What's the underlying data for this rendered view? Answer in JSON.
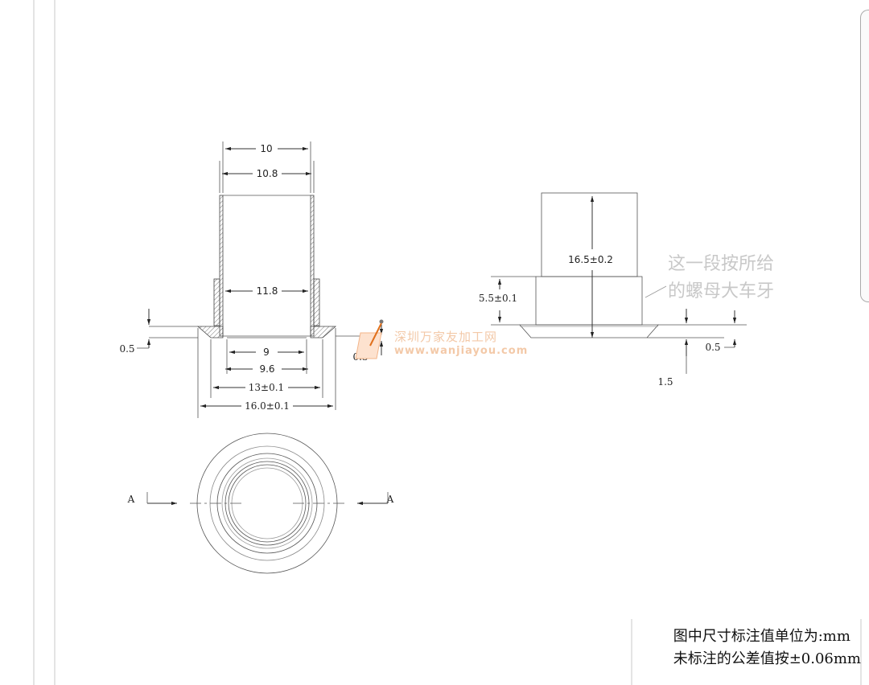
{
  "top_view": {
    "dims": {
      "d10": "10",
      "d10_8": "10.8",
      "d11_8": "11.8",
      "d9": "9",
      "d9_6": "9.6",
      "d13": "13±0.1",
      "d16": "16.0±0.1",
      "d0_5": "0.5",
      "d0_3": "0.3"
    },
    "section_label_left": "A",
    "section_label_right": "A"
  },
  "side_view": {
    "dims": {
      "height_total": "16.5±0.2",
      "height_mid": "5.5±0.1",
      "flange": "0.5",
      "step": "1.5"
    },
    "annotation_lines": [
      "这一段按所给",
      "的螺母大车牙"
    ]
  },
  "watermark": {
    "cn": "深圳万家友加工网",
    "en": "www.wanjiayou.com"
  },
  "notes": {
    "line1": "图中尺寸标注值单位为:mm",
    "line2": "未标注的公差值按±0.06mm"
  }
}
